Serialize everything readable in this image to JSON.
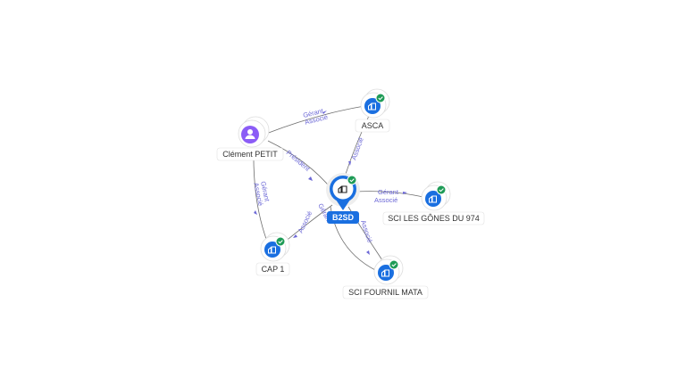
{
  "colors": {
    "company": "#1a6fe0",
    "person": "#8b5cf6",
    "check": "#1e9b56",
    "edge_label": "#6b67d6",
    "edge": "#6e6e6e"
  },
  "nodes": [
    {
      "id": "clement",
      "label": "Clément PETIT",
      "kind": "person",
      "icon": "person-icon"
    },
    {
      "id": "asca",
      "label": "ASCA",
      "kind": "company",
      "icon": "building-icon",
      "verified": true
    },
    {
      "id": "b2sd",
      "label": "B2SD",
      "kind": "center",
      "icon": "building-icon",
      "verified": true
    },
    {
      "id": "scilg",
      "label": "SCI LES GÔNES DU 974",
      "kind": "company",
      "icon": "building-icon",
      "verified": true
    },
    {
      "id": "cap1",
      "label": "CAP 1",
      "kind": "company",
      "icon": "building-icon",
      "verified": true
    },
    {
      "id": "fournil",
      "label": "SCI FOURNIL MATA",
      "kind": "company",
      "icon": "building-icon",
      "verified": true
    }
  ],
  "edges": [
    {
      "id": "clement-asca",
      "lines": [
        "Gérant",
        "Associé"
      ]
    },
    {
      "id": "clement-b2sd",
      "lines": [
        "Président"
      ]
    },
    {
      "id": "clement-cap1",
      "lines": [
        "Gérant",
        "Associé"
      ]
    },
    {
      "id": "asca-b2sd",
      "lines": [
        "Associé"
      ]
    },
    {
      "id": "b2sd-scilg",
      "lines": [
        "Gérant",
        "Associé"
      ]
    },
    {
      "id": "b2sd-cap1",
      "lines": [
        "Associé"
      ]
    },
    {
      "id": "b2sd-fournil-a",
      "lines": [
        "Gérant"
      ]
    },
    {
      "id": "b2sd-fournil-b",
      "lines": [
        "Associé"
      ]
    }
  ]
}
